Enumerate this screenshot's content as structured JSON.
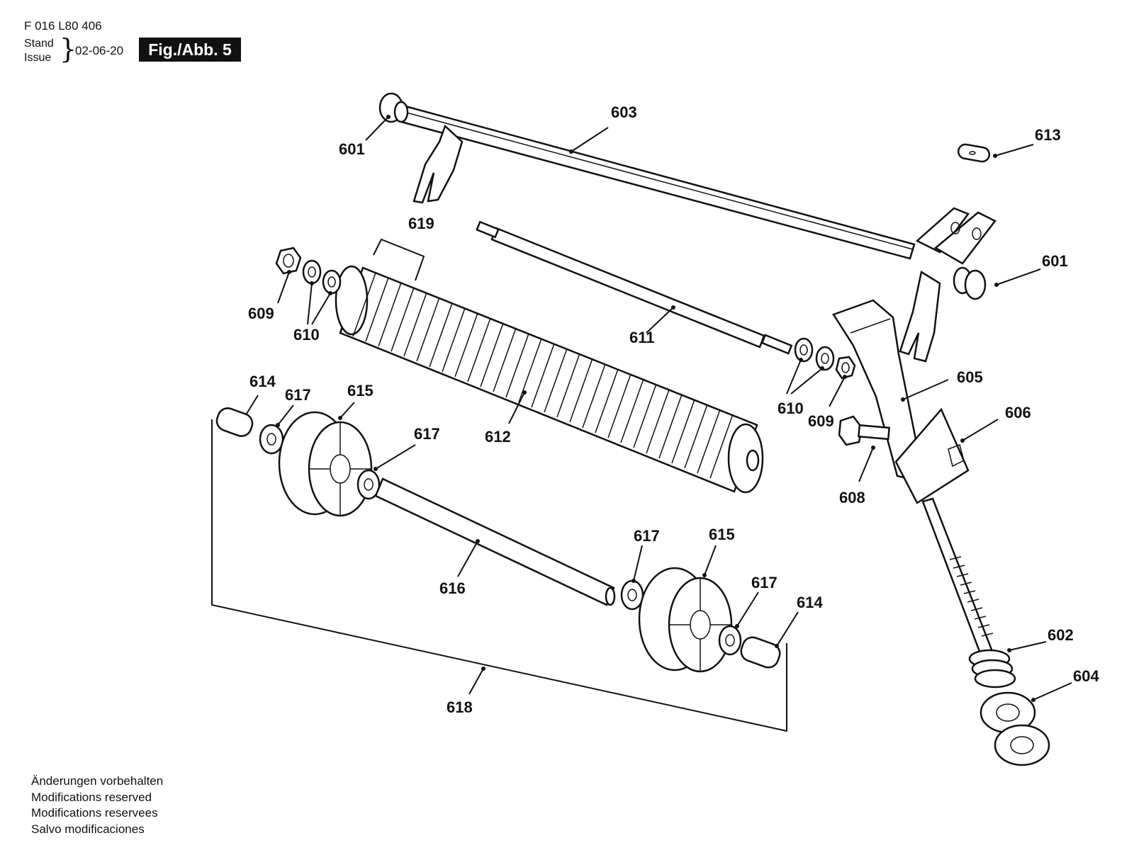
{
  "header": {
    "doc_number": "F 016 L80 406",
    "stand_label": "Stand",
    "issue_label": "Issue",
    "issue_date": "02-06-20",
    "figure_badge": "Fig./Abb. 5"
  },
  "footer": {
    "lines": [
      "Änderungen vorbehalten",
      "Modifications reserved",
      "Modifications reservees",
      "Salvo modificaciones"
    ]
  },
  "callouts": {
    "c601a": "601",
    "c601b": "601",
    "c602": "602",
    "c603": "603",
    "c604": "604",
    "c605": "605",
    "c606": "606",
    "c608": "608",
    "c609a": "609",
    "c609b": "609",
    "c610a": "610",
    "c610b": "610",
    "c611": "611",
    "c612": "612",
    "c613": "613",
    "c614a": "614",
    "c614b": "614",
    "c615a": "615",
    "c615b": "615",
    "c616": "616",
    "c617a": "617",
    "c617b": "617",
    "c617c": "617",
    "c617d": "617",
    "c618": "618",
    "c619": "619"
  }
}
